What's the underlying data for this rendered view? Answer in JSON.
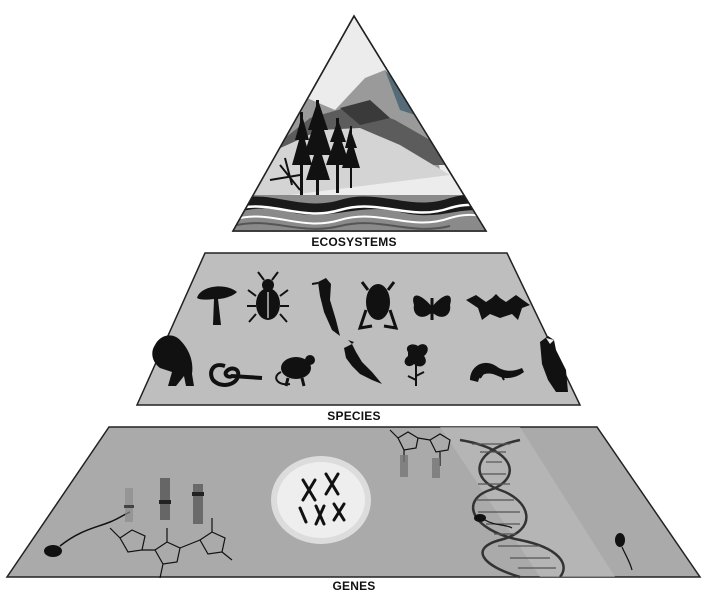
{
  "levels": {
    "top": {
      "label": "ECOSYSTEMS",
      "icons": [
        "mountains",
        "conifer-trees",
        "water-waves"
      ]
    },
    "middle": {
      "label": "SPECIES",
      "icons": [
        "mushroom",
        "beetle",
        "woodpecker",
        "frog",
        "butterfly",
        "bat",
        "bear",
        "snake",
        "mouse",
        "cardinal-bird",
        "flower",
        "salamander",
        "eagle"
      ]
    },
    "bottom": {
      "label": "GENES",
      "icons": [
        "sperm-cell",
        "molecule-structure",
        "gel-bands",
        "chromosomes-cell",
        "dna-double-helix",
        "sperm-cell"
      ]
    }
  },
  "colors": {
    "triangle_fill": "#eaeaea",
    "species_fill": "#bdbdbd",
    "genes_fill": "#a9a9a9",
    "silhouette": "#111111"
  }
}
